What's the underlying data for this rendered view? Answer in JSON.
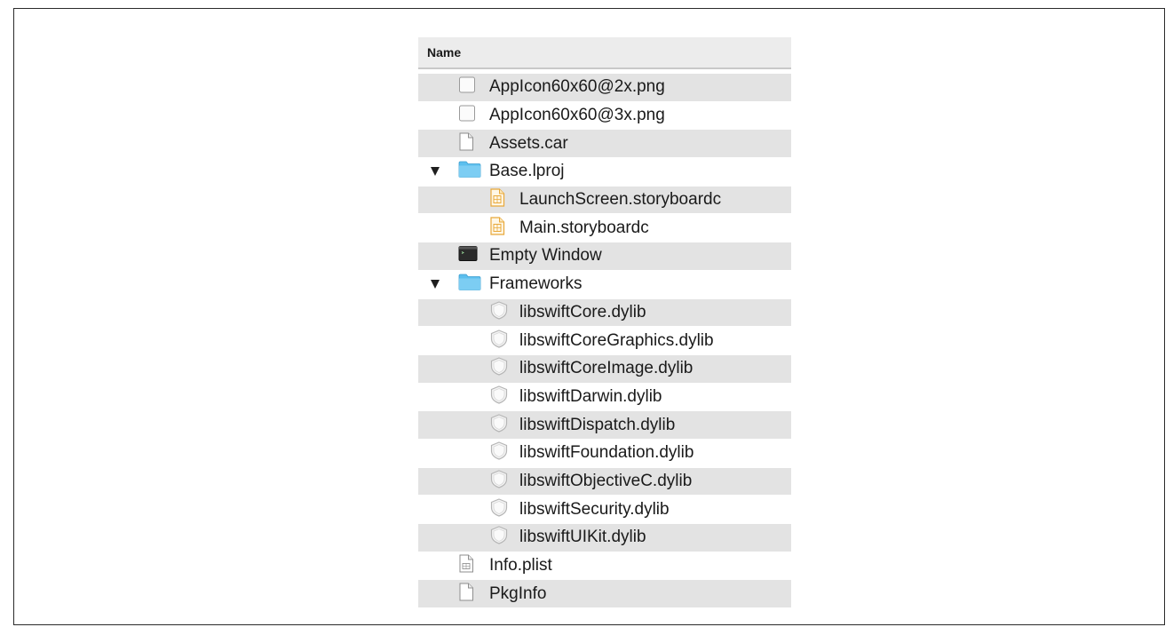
{
  "header": {
    "name_label": "Name"
  },
  "items": [
    {
      "label": "AppIcon60x60@2x.png",
      "icon": "image-icon",
      "level": 0
    },
    {
      "label": "AppIcon60x60@3x.png",
      "icon": "image-icon",
      "level": 0
    },
    {
      "label": "Assets.car",
      "icon": "document-icon",
      "level": 0
    },
    {
      "label": "Base.lproj",
      "icon": "folder-icon",
      "level": 0,
      "expanded": true
    },
    {
      "label": "LaunchScreen.storyboardc",
      "icon": "storyboard-icon",
      "level": 1
    },
    {
      "label": "Main.storyboardc",
      "icon": "storyboard-icon",
      "level": 1
    },
    {
      "label": "Empty Window",
      "icon": "terminal-icon",
      "level": 0
    },
    {
      "label": "Frameworks",
      "icon": "folder-icon",
      "level": 0,
      "expanded": true
    },
    {
      "label": "libswiftCore.dylib",
      "icon": "dylib-icon",
      "level": 1
    },
    {
      "label": "libswiftCoreGraphics.dylib",
      "icon": "dylib-icon",
      "level": 1
    },
    {
      "label": "libswiftCoreImage.dylib",
      "icon": "dylib-icon",
      "level": 1
    },
    {
      "label": "libswiftDarwin.dylib",
      "icon": "dylib-icon",
      "level": 1
    },
    {
      "label": "libswiftDispatch.dylib",
      "icon": "dylib-icon",
      "level": 1
    },
    {
      "label": "libswiftFoundation.dylib",
      "icon": "dylib-icon",
      "level": 1
    },
    {
      "label": "libswiftObjectiveC.dylib",
      "icon": "dylib-icon",
      "level": 1
    },
    {
      "label": "libswiftSecurity.dylib",
      "icon": "dylib-icon",
      "level": 1
    },
    {
      "label": "libswiftUIKit.dylib",
      "icon": "dylib-icon",
      "level": 1
    },
    {
      "label": "Info.plist",
      "icon": "plist-icon",
      "level": 0
    },
    {
      "label": "PkgInfo",
      "icon": "document-icon",
      "level": 0
    }
  ],
  "colors": {
    "stripe": "#e3e3e3",
    "folder": "#5cbfee",
    "storyboard": "#e8a83a"
  }
}
